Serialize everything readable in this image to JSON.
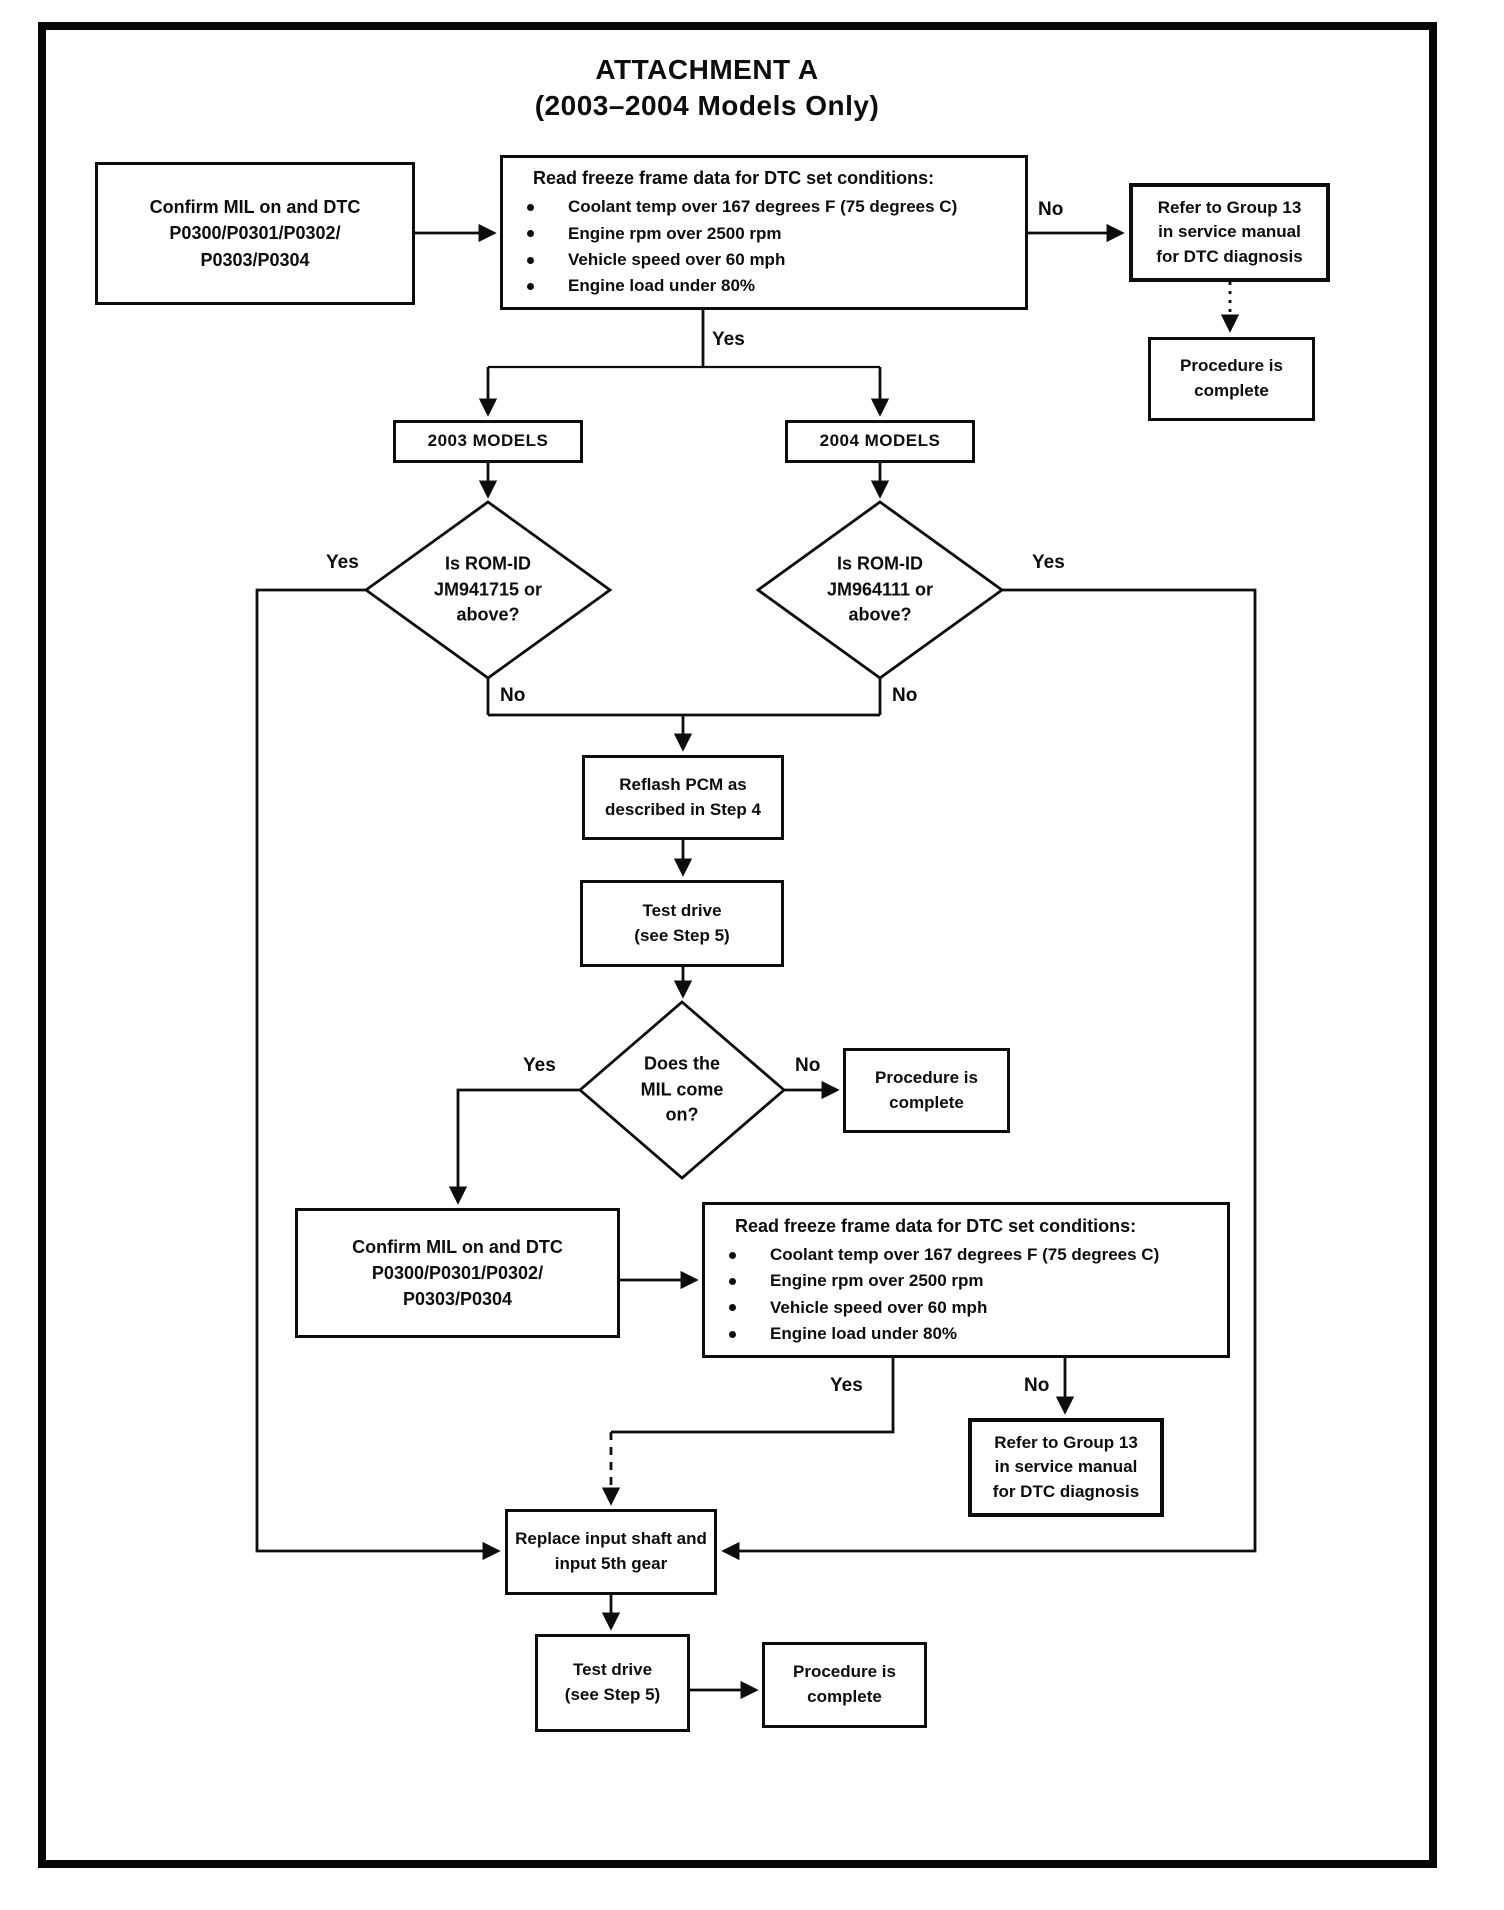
{
  "page": {
    "title_line1": "ATTACHMENT A",
    "title_line2": "(2003–2004 Models Only)"
  },
  "labels": {
    "yes": "Yes",
    "no": "No"
  },
  "colors": {
    "ink": "#0d0d0d",
    "paper": "#ffffff"
  },
  "nodes": {
    "confirm_mil_1": {
      "lines": [
        "Confirm MIL on and DTC",
        "P0300/P0301/P0302/",
        "P0303/P0304"
      ]
    },
    "freeze_frame_1": {
      "title": "Read freeze frame data for DTC set conditions:",
      "bullets": [
        "Coolant temp over 167 degrees F (75 degrees C)",
        "Engine rpm over 2500 rpm",
        "Vehicle speed over 60 mph",
        "Engine load under 80%"
      ]
    },
    "refer_group13_1": {
      "lines": [
        "Refer to Group 13",
        "in service manual",
        "for DTC diagnosis"
      ]
    },
    "procedure_complete_1": {
      "lines": [
        "Procedure is",
        "complete"
      ]
    },
    "models_2003": {
      "label": "2003 MODELS"
    },
    "models_2004": {
      "label": "2004 MODELS"
    },
    "rom_id_2003": {
      "lines": [
        "Is ROM-ID",
        "JM941715 or",
        "above?"
      ]
    },
    "rom_id_2004": {
      "lines": [
        "Is ROM-ID",
        "JM964111 or",
        "above?"
      ]
    },
    "reflash_pcm": {
      "lines": [
        "Reflash PCM as",
        "described in Step 4"
      ]
    },
    "test_drive_1": {
      "lines": [
        "Test drive",
        "(see Step 5)"
      ]
    },
    "mil_come_on": {
      "lines": [
        "Does the",
        "MIL come",
        "on?"
      ]
    },
    "procedure_complete_2": {
      "lines": [
        "Procedure is",
        "complete"
      ]
    },
    "confirm_mil_2": {
      "lines": [
        "Confirm MIL on and DTC",
        "P0300/P0301/P0302/",
        "P0303/P0304"
      ]
    },
    "freeze_frame_2": {
      "title": "Read freeze frame data for DTC set conditions:",
      "bullets": [
        "Coolant temp over 167 degrees F (75 degrees C)",
        "Engine rpm over 2500 rpm",
        "Vehicle speed over 60 mph",
        "Engine load under 80%"
      ]
    },
    "refer_group13_2": {
      "lines": [
        "Refer to Group 13",
        "in service manual",
        "for DTC diagnosis"
      ]
    },
    "replace_shaft": {
      "lines": [
        "Replace input shaft and",
        "input 5th gear"
      ]
    },
    "test_drive_2": {
      "lines": [
        "Test drive",
        "(see Step 5)"
      ]
    },
    "procedure_complete_3": {
      "lines": [
        "Procedure is",
        "complete"
      ]
    }
  }
}
